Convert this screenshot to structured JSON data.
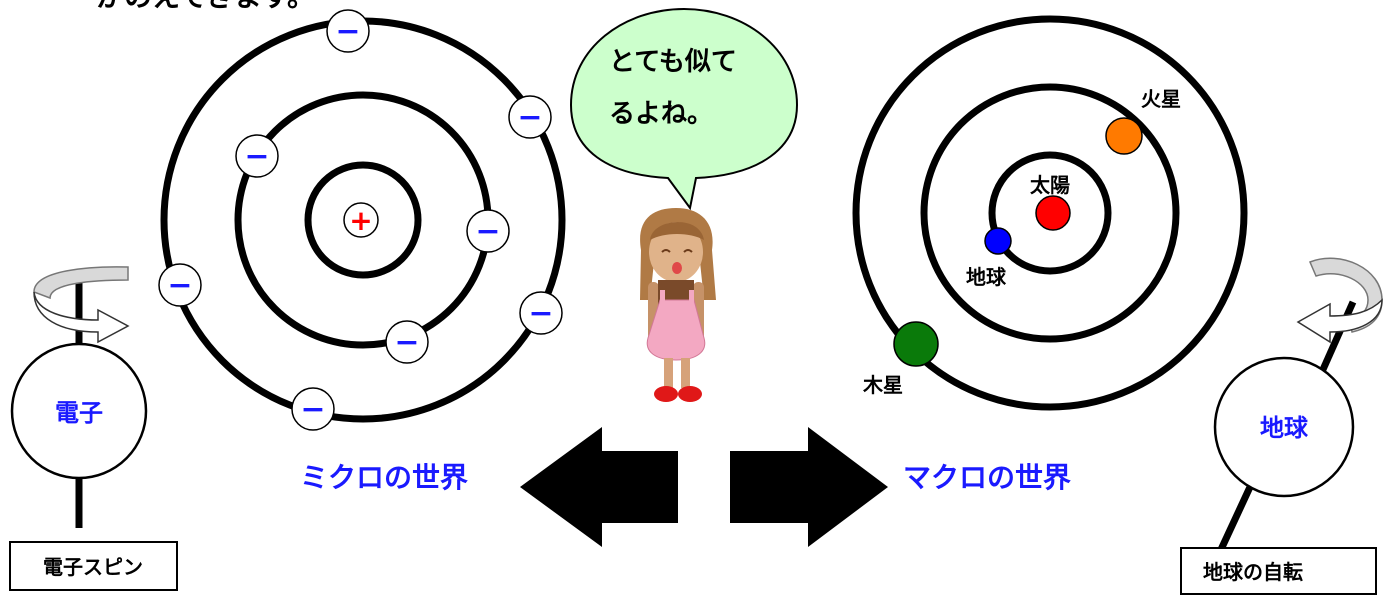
{
  "top_text": "かのえてきます。",
  "speech_bubble": {
    "line1": "とても似て",
    "line2": "るよね。"
  },
  "micro": {
    "label": "ミクロの世界",
    "nucleus_symbol": "+",
    "electron_symbol": "−",
    "spin_circle_label": "電子",
    "spin_box_label": "電子スピン"
  },
  "macro": {
    "label": "マクロの世界",
    "sun": "太陽",
    "earth": "地球",
    "mars": "火星",
    "jupiter": "木星",
    "rotation_circle_label": "地球",
    "rotation_box_label": "地球の自転"
  },
  "colors": {
    "electron_text": "#1a1aff",
    "nucleus_text": "#ff0000",
    "blue_label": "#1a1aff",
    "bubble_fill": "#ccffcc",
    "sun": "#ff0000",
    "earth": "#0000ff",
    "mars": "#ff7a00",
    "jupiter": "#0a7a0a"
  },
  "icons": {
    "left_arrow": "arrow-left-icon",
    "right_arrow": "arrow-right-icon",
    "rotation": "rotation-arrow-icon",
    "girl": "girl-figure-icon"
  }
}
